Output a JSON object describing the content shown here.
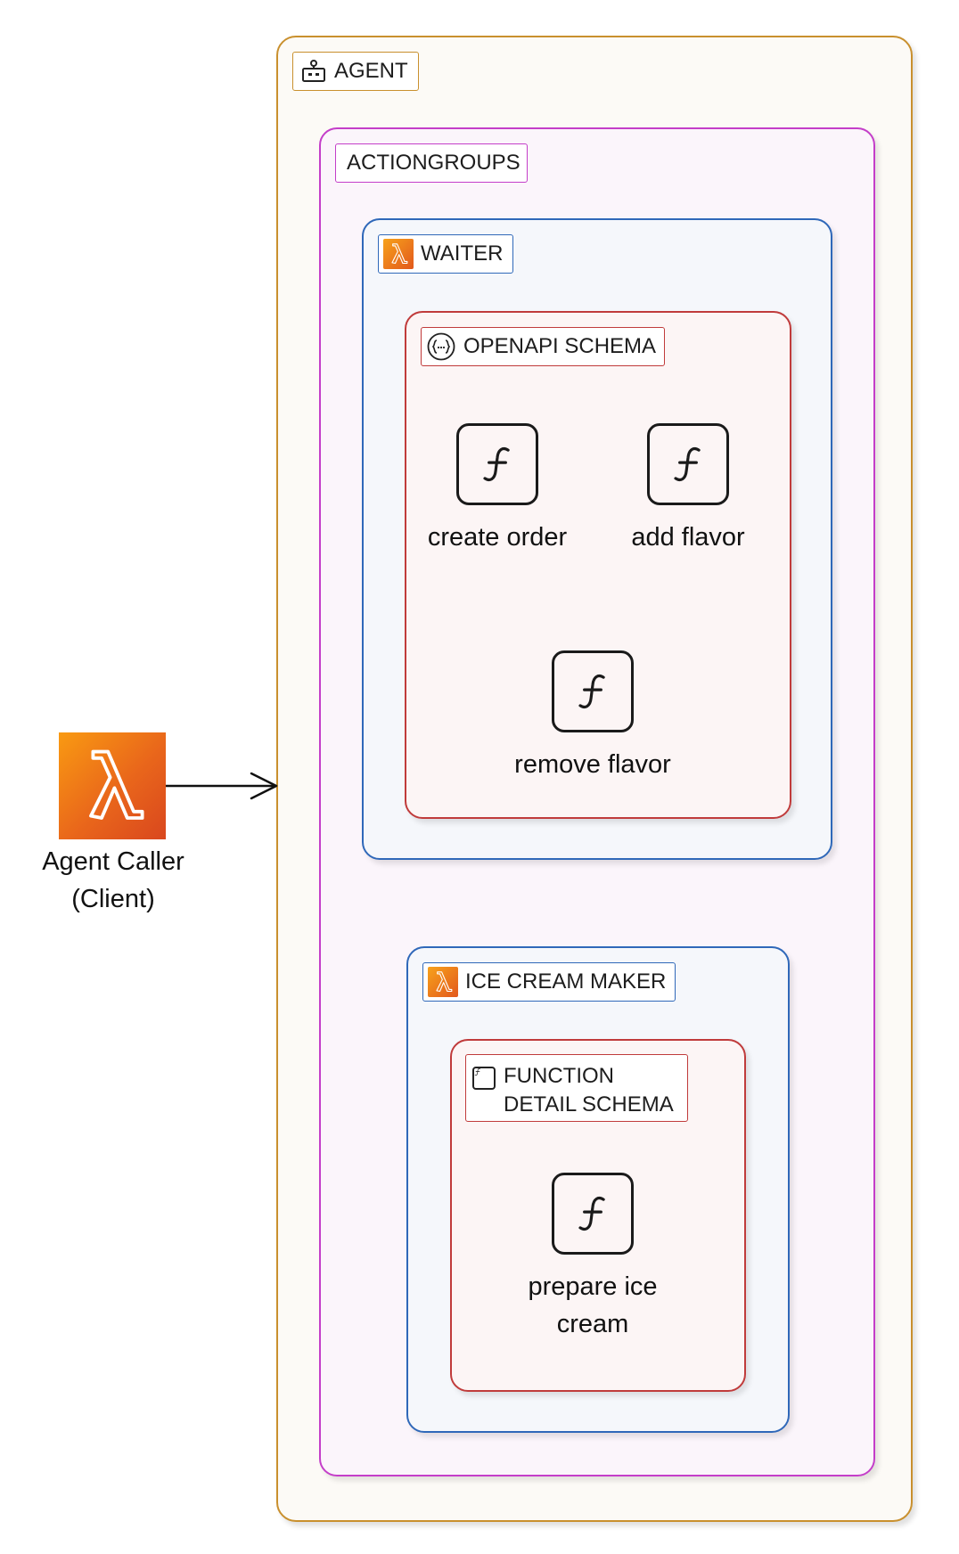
{
  "groups": {
    "agent": "AGENT",
    "actiongroups": "ACTIONGROUPS",
    "waiter": "WAITER",
    "openapi_schema": "OPENAPI SCHEMA",
    "ice_cream_maker": "ICE CREAM MAKER",
    "function_detail_schema_line1": "FUNCTION",
    "function_detail_schema_line2": "DETAIL SCHEMA"
  },
  "functions": {
    "create_order": "create order",
    "add_flavor": "add flavor",
    "remove_flavor": "remove flavor",
    "prepare_ice_cream_line1": "prepare ice",
    "prepare_ice_cream_line2": "cream"
  },
  "client": {
    "line1": "Agent Caller",
    "line2": "(Client)"
  },
  "icons": {
    "agent": "robot-icon",
    "lambda": "lambda-icon",
    "openapi": "openapi-braces-icon",
    "function": "function-icon"
  },
  "colors": {
    "agent_border": "#c9902e",
    "actiongroups_border": "#c43ec9",
    "lambda_group_border": "#2f68b9",
    "schema_border": "#c03b3b",
    "lambda_orange": "#f7a21b"
  }
}
